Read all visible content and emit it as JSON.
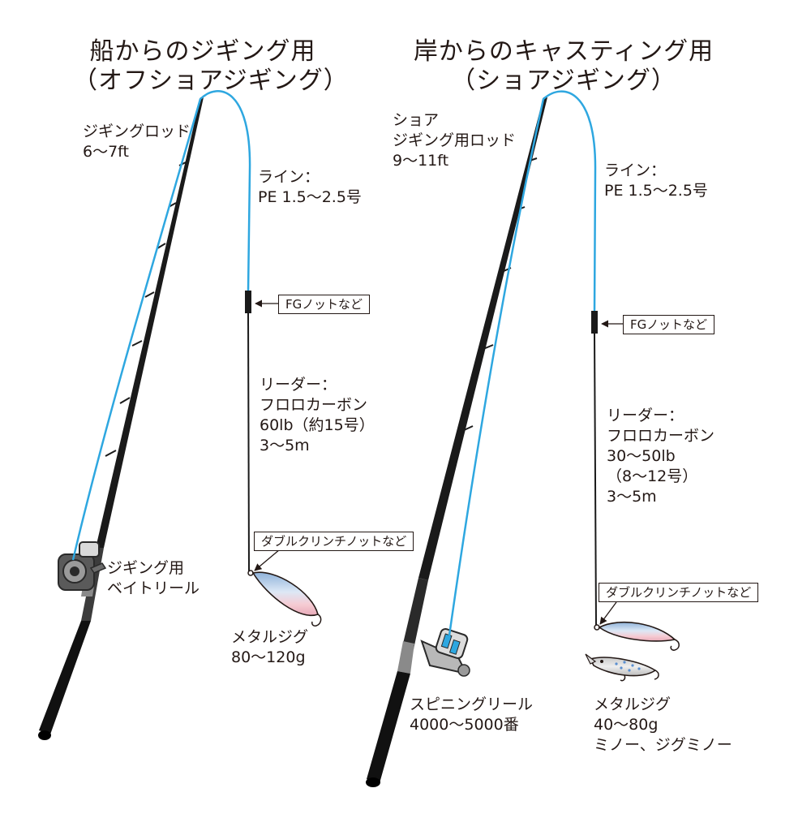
{
  "colors": {
    "line": "#2ea7e0",
    "rod": "#1a1a1a",
    "text": "#231815",
    "jig_body": "#c6d7ee",
    "jig_belly": "#f4c7d0"
  },
  "left": {
    "title_line1": "船からのジギング用",
    "title_line2": "（オフショアジギング）",
    "rod": [
      "ジギングロッド",
      "6〜7ft"
    ],
    "line": [
      "ライン：",
      "PE 1.5〜2.5号"
    ],
    "knot_main": "FGノットなど",
    "leader": [
      "リーダー：",
      "フロロカーボン",
      "60lb（約15号）",
      "3〜5m"
    ],
    "knot_lure": "ダブルクリンチノットなど",
    "reel": [
      "ジギング用",
      "ベイトリール"
    ],
    "lure": [
      "メタルジグ",
      "80〜120g"
    ]
  },
  "right": {
    "title_line1": "岸からのキャスティング用",
    "title_line2": "（ショアジギング）",
    "rod": [
      "ショア",
      "ジギング用ロッド",
      "9〜11ft"
    ],
    "line": [
      "ライン：",
      "PE 1.5〜2.5号"
    ],
    "knot_main": "FGノットなど",
    "leader": [
      "リーダー：",
      "フロロカーボン",
      "30〜50lb",
      "（8〜12号）",
      "3〜5m"
    ],
    "knot_lure": "ダブルクリンチノットなど",
    "reel": [
      "スピニングリール",
      "4000〜5000番"
    ],
    "lure": [
      "メタルジグ",
      "40〜80g",
      "ミノー、ジグミノー"
    ]
  }
}
